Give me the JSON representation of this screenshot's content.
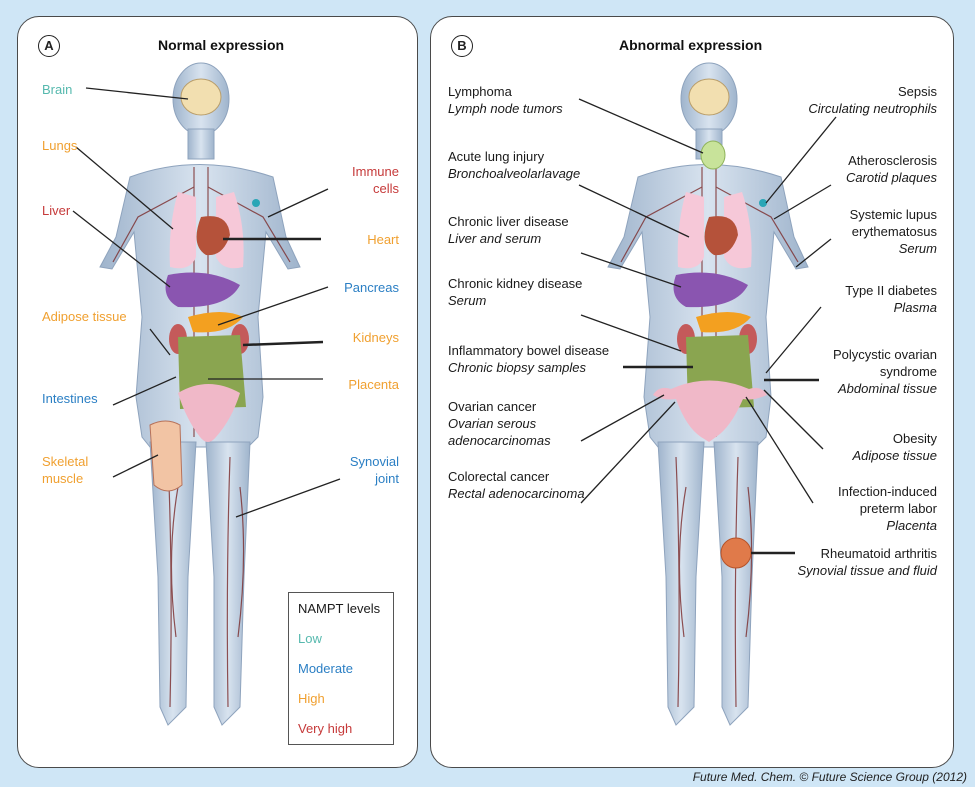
{
  "panel_a": {
    "letter": "A",
    "title": "Normal expression",
    "labels": {
      "brain": "Brain",
      "lungs": "Lungs",
      "liver": "Liver",
      "adipose": "Adipose tissue",
      "intestines": "Intestines",
      "skeletal_1": "Skeletal",
      "skeletal_2": "muscle",
      "immune_1": "Immune",
      "immune_2": "cells",
      "heart": "Heart",
      "pancreas": "Pancreas",
      "kidneys": "Kidneys",
      "placenta": "Placenta",
      "synovial_1": "Synovial",
      "synovial_2": "joint"
    },
    "legend": {
      "title": "NAMPT levels",
      "low": "Low",
      "moderate": "Moderate",
      "high": "High",
      "very_high": "Very high"
    },
    "level_colors": {
      "low": "#56b9ae",
      "moderate": "#2b7fc4",
      "high": "#f0a030",
      "very_high": "#c63a3a"
    }
  },
  "panel_b": {
    "letter": "B",
    "title": "Abnormal expression",
    "left": [
      {
        "name": "Lymphoma",
        "detail": "Lymph node tumors"
      },
      {
        "name": "Acute lung injury",
        "detail": "Bronchoalveolarlavage"
      },
      {
        "name": "Chronic liver disease",
        "detail": "Liver and serum"
      },
      {
        "name": "Chronic kidney disease",
        "detail": "Serum"
      },
      {
        "name": "Inflammatory bowel disease",
        "detail": "Chronic biopsy samples"
      },
      {
        "name": "Ovarian cancer",
        "detail_1": "Ovarian serous",
        "detail_2": "adenocarcinomas"
      },
      {
        "name": "Colorectal cancer",
        "detail": "Rectal adenocarcinoma"
      }
    ],
    "right": [
      {
        "name": "Sepsis",
        "detail": "Circulating neutrophils"
      },
      {
        "name": "Atherosclerosis",
        "detail": "Carotid plaques"
      },
      {
        "name_1": "Systemic lupus",
        "name_2": "erythematosus",
        "detail": "Serum"
      },
      {
        "name": "Type II diabetes",
        "detail": "Plasma"
      },
      {
        "name_1": "Polycystic ovarian",
        "name_2": "syndrome",
        "detail": "Abdominal tissue"
      },
      {
        "name": "Obesity",
        "detail": "Adipose tissue"
      },
      {
        "name_1": "Infection-induced",
        "name_2": "preterm labor",
        "detail": "Placenta"
      },
      {
        "name": "Rheumatoid arthritis",
        "detail": "Synovial tissue and fluid"
      }
    ]
  },
  "credit": "Future Med. Chem. © Future Science Group (2012)"
}
